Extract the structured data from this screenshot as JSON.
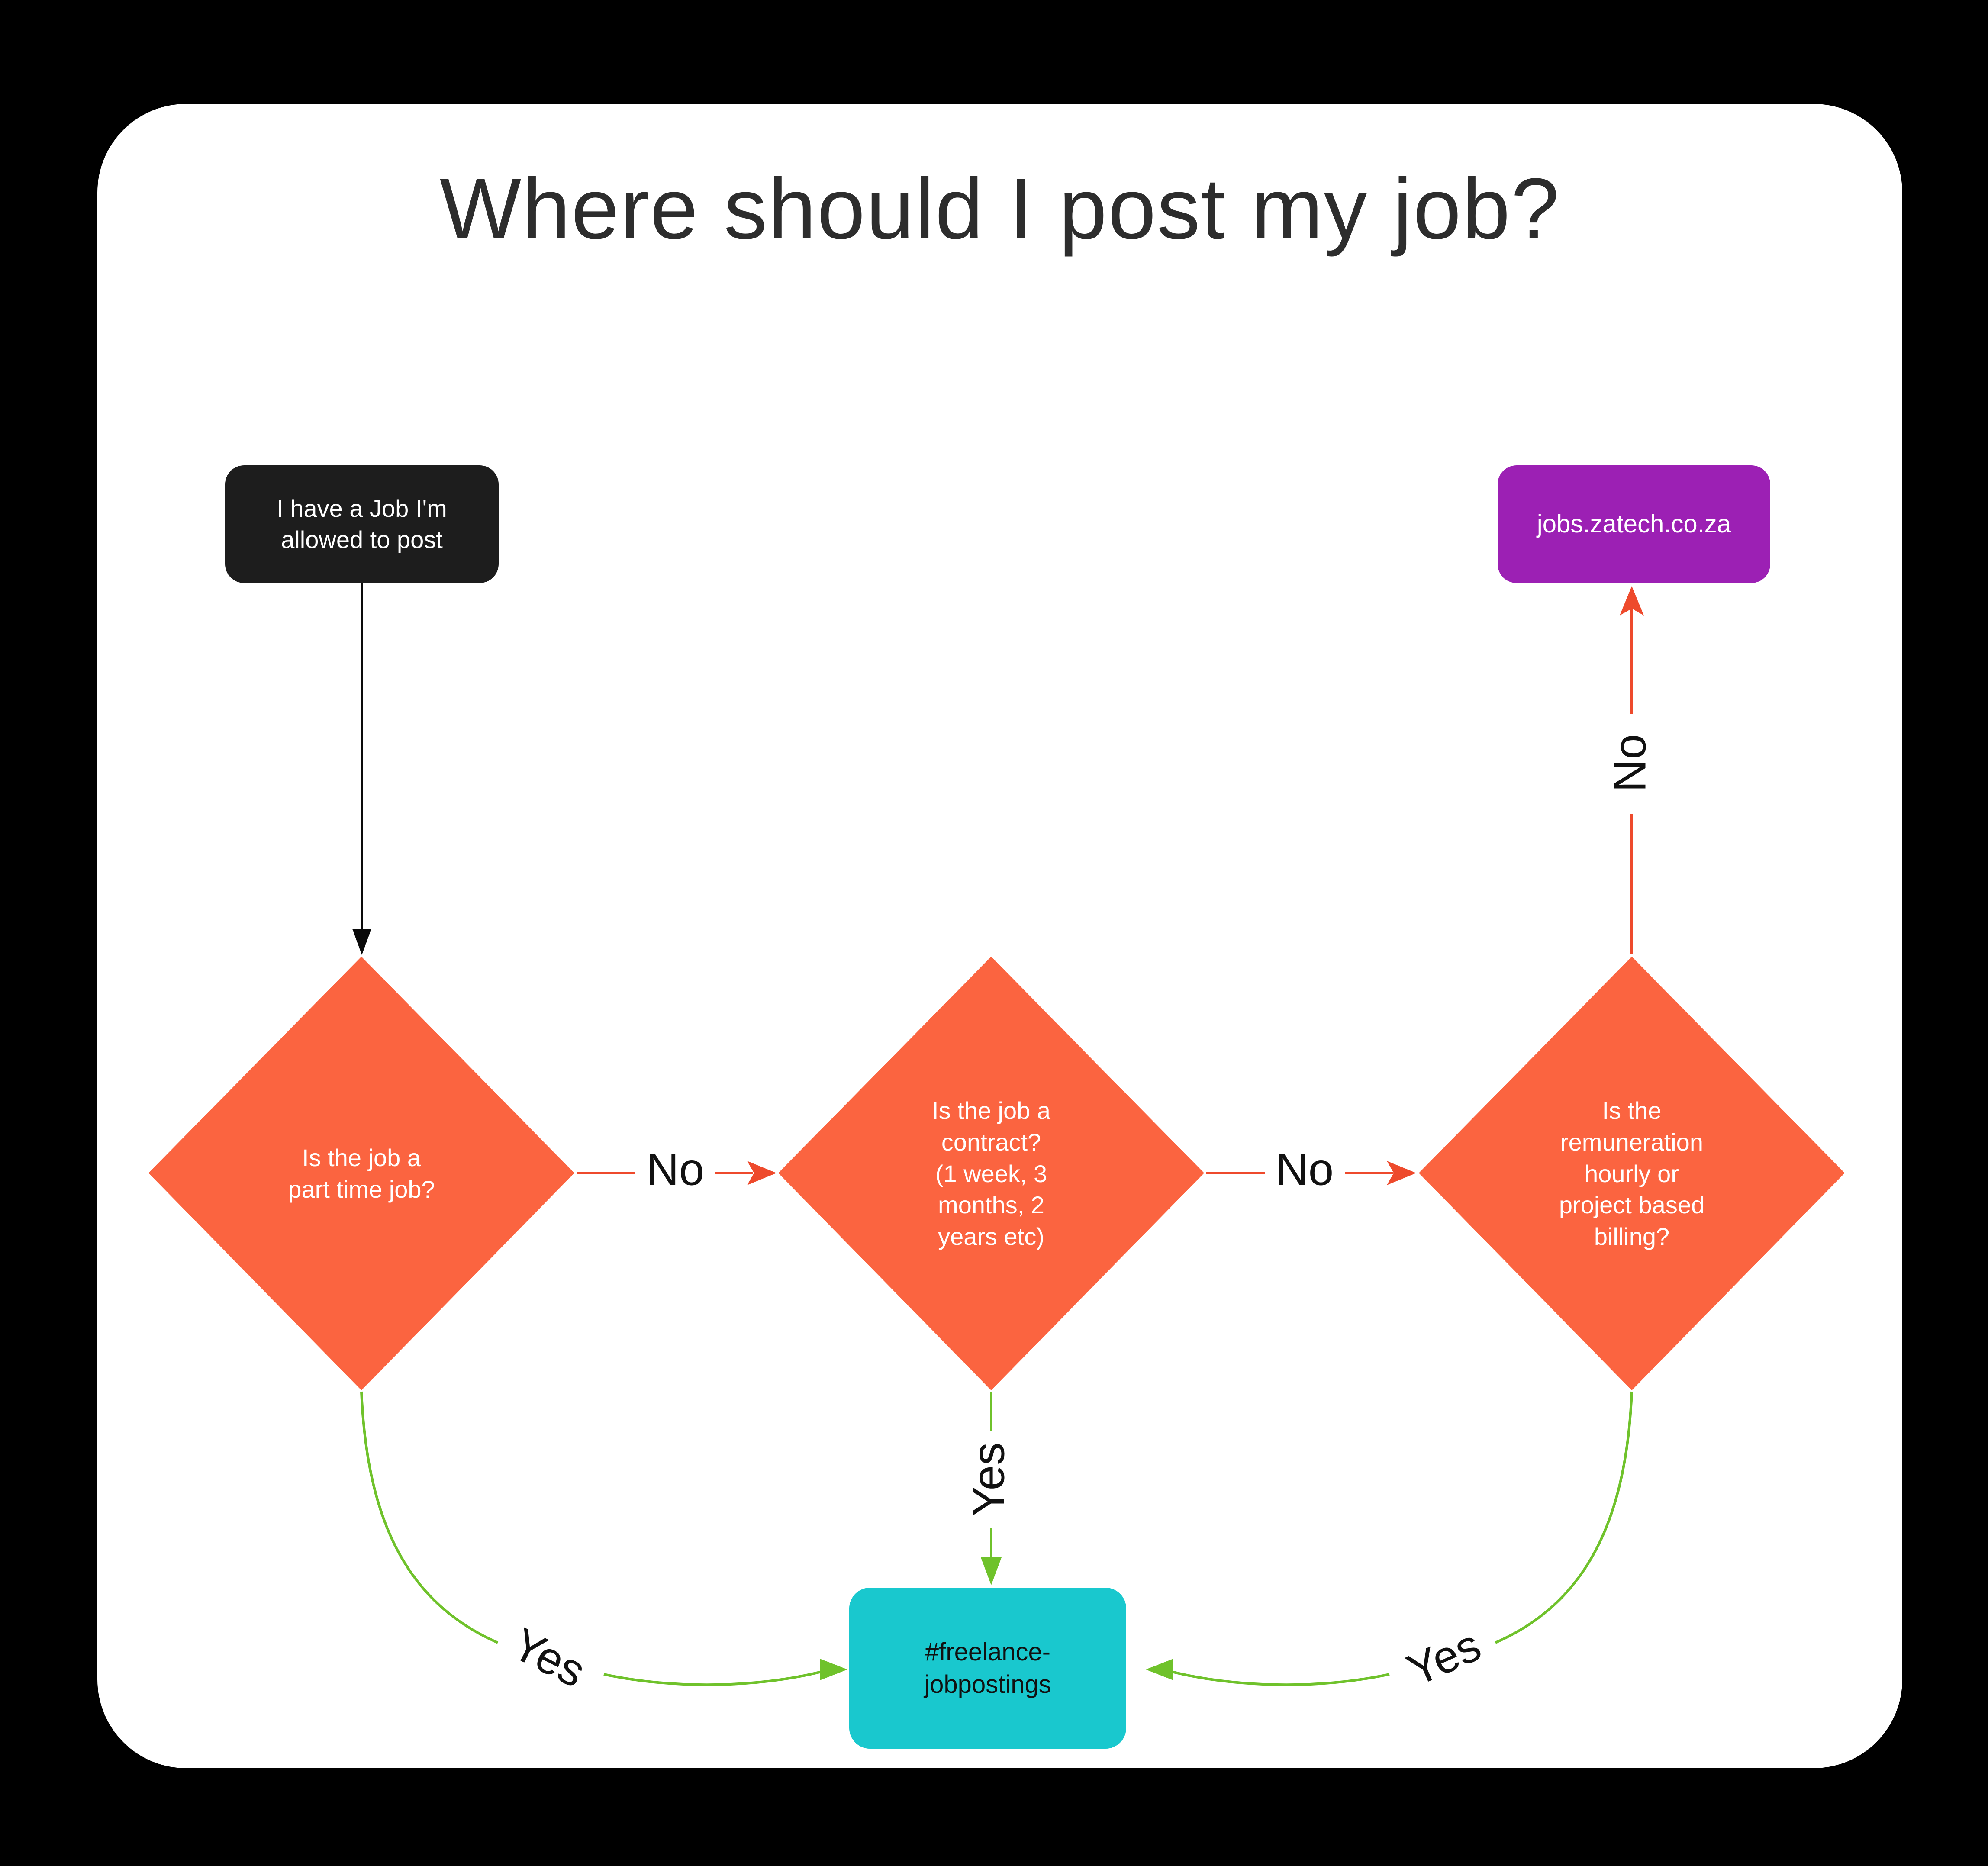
{
  "title": "Where should I post my job?",
  "colors": {
    "bg": "#000000",
    "card": "#FFFFFF",
    "diamond": "#FB6440",
    "arrow-red": "#EE4A2C",
    "arrow-green": "#6FC22B",
    "node-dark": "#1D1D1D",
    "node-purple": "#9C20B4",
    "node-teal": "#19C8CE",
    "title-text": "#2D2D2D",
    "label-text": "#111111"
  },
  "nodes": {
    "start": {
      "label": "I have a Job I'm\nallowed to post"
    },
    "zatech": {
      "label": "jobs.zatech.co.za"
    },
    "part_time": {
      "label": "Is the job a\npart time job?"
    },
    "contract": {
      "label": "Is the job a\ncontract?\n(1 week, 3\nmonths, 2\nyears etc)"
    },
    "remuneration": {
      "label": "Is the\nremuneration\nhourly or\nproject based\nbilling?"
    },
    "freelance": {
      "label": "#freelance-\njobpostings"
    }
  },
  "edges": {
    "no_1": "No",
    "no_2": "No",
    "no_3": "No",
    "yes_left": "Yes",
    "yes_mid": "Yes",
    "yes_right": "Yes"
  }
}
